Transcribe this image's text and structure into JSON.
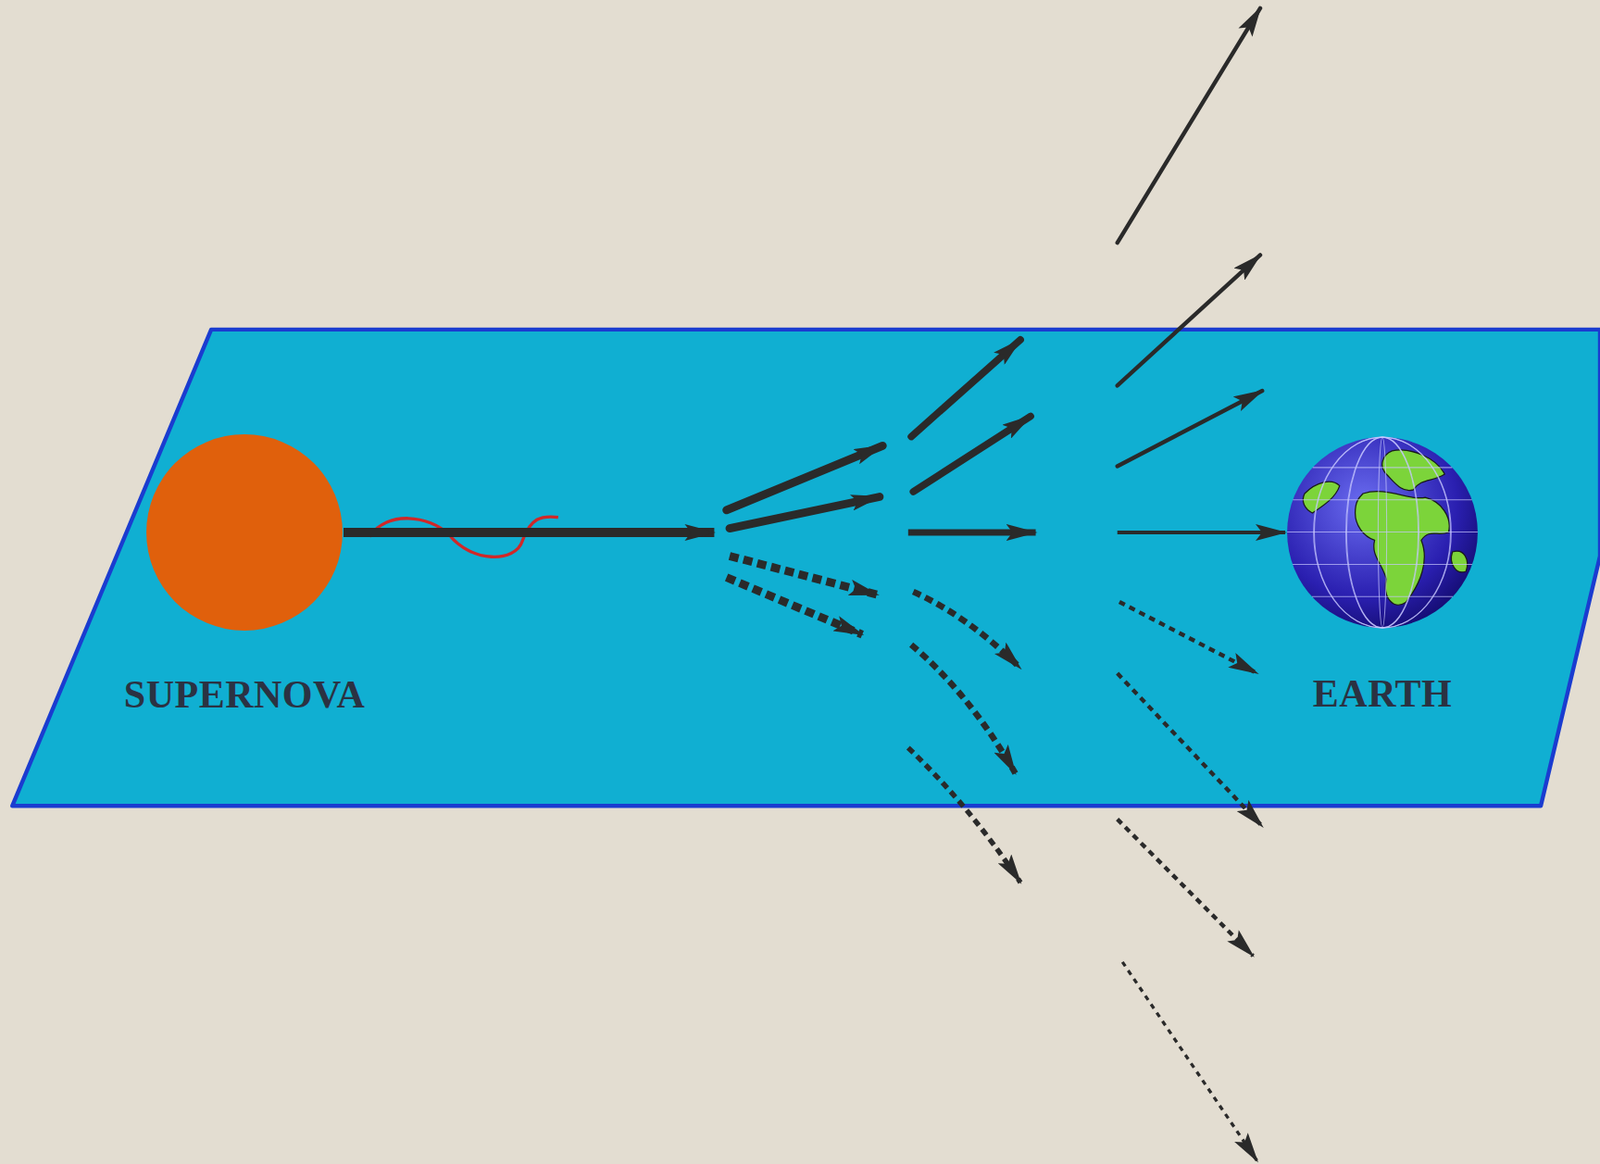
{
  "diagram": {
    "nodes": [
      {
        "text": [
          "SUPERNOVA"
        ]
      },
      {
        "text": [
          "EARTH"
        ]
      }
    ],
    "edges": [
      {
        "from": 0,
        "to": 1,
        "arrow": "to"
      }
    ]
  }
}
